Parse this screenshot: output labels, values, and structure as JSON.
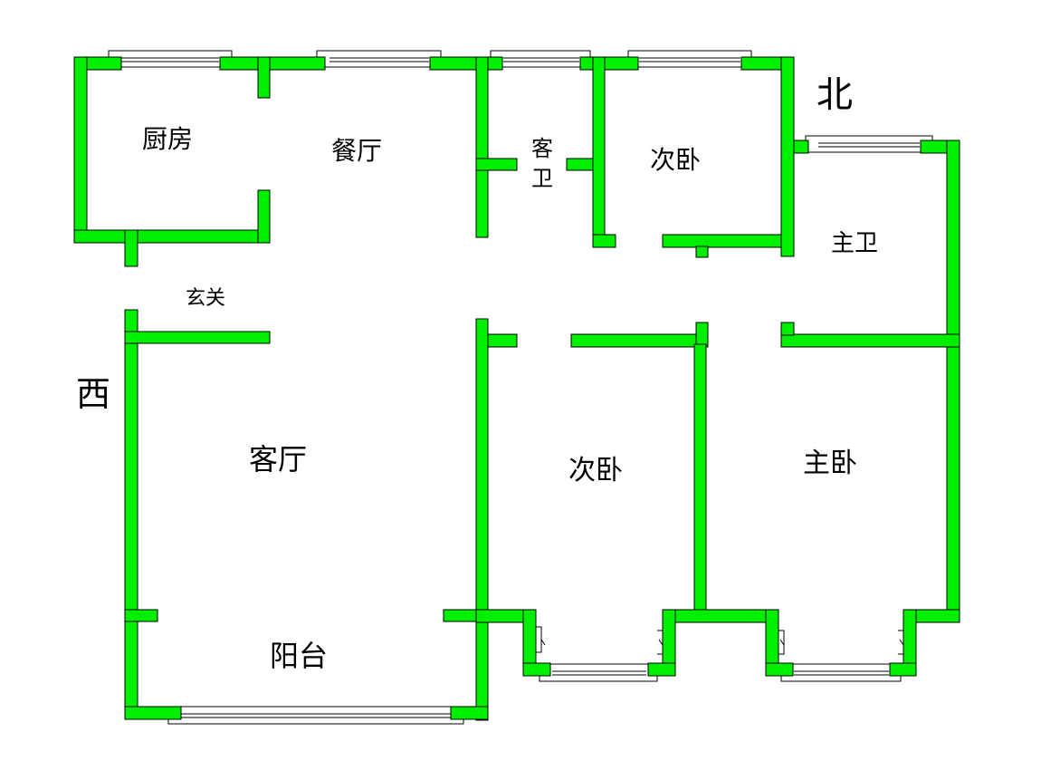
{
  "plan": {
    "wall_color": "#00ee00",
    "wall_outline": "#000000",
    "window_color": "#ffffff",
    "compass": {
      "north": "北",
      "west": "西"
    },
    "rooms": {
      "kitchen": "厨房",
      "dining": "餐厅",
      "guest_bath_1": "客",
      "guest_bath_2": "卫",
      "second_bedroom_north": "次卧",
      "master_bath": "主卫",
      "entrance": "玄关",
      "living_room": "客厅",
      "second_bedroom_south": "次卧",
      "master_bedroom": "主卧",
      "balcony": "阳台"
    }
  }
}
